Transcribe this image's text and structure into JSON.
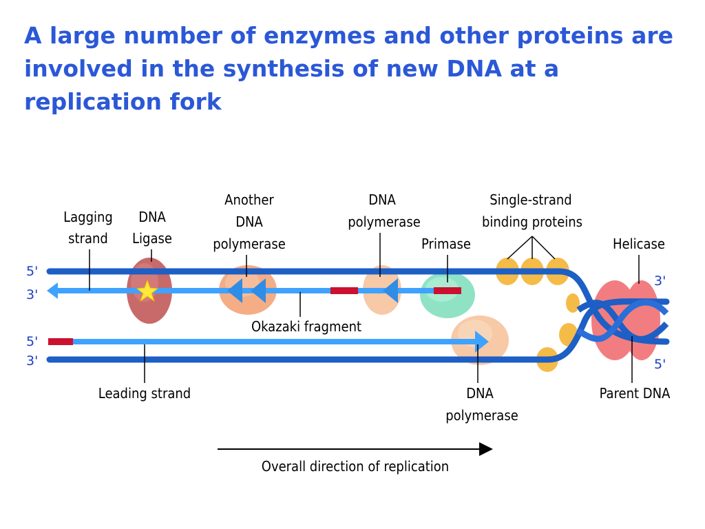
{
  "slide": {
    "title": "A large number of enzymes and other proteins are involved in the synthesis of new DNA at a replication fork"
  },
  "diagram": {
    "labels": {
      "lagging_strand_line1": "Lagging",
      "lagging_strand_line2": "strand",
      "dna_ligase_line1": "DNA",
      "dna_ligase_line2": "Ligase",
      "another_polymerase_line1": "Another",
      "another_polymerase_line2": "DNA",
      "another_polymerase_line3": "polymerase",
      "top_polymerase_line1": "DNA",
      "top_polymerase_line2": "polymerase",
      "primase": "Primase",
      "ssb_line1": "Single-strand",
      "ssb_line2": "binding proteins",
      "helicase": "Helicase",
      "okazaki_fragment": "Okazaki fragment",
      "leading_strand": "Leading strand",
      "bottom_polymerase_line1": "DNA",
      "bottom_polymerase_line2": "polymerase",
      "parent_dna": "Parent DNA",
      "overall_direction": "Overall direction of replication"
    },
    "strand_ends": {
      "top_left_5": "5'",
      "top_left_3": "3'",
      "bottom_left_5": "5'",
      "bottom_left_3": "3'",
      "right_top_3": "3'",
      "right_bottom_5": "5'"
    },
    "colors": {
      "title": "#2b58d6",
      "parent_strand": "#1d5fc4",
      "new_strand": "#3fa2ff",
      "rna_primer": "#cc1030",
      "ligase": "#c86a6a",
      "polymerase": "#f5ad86",
      "primase": "#8fe3c4",
      "ssb": "#f5bb48",
      "helicase": "#f27d80",
      "end_labels": "#1c3fc2"
    }
  }
}
